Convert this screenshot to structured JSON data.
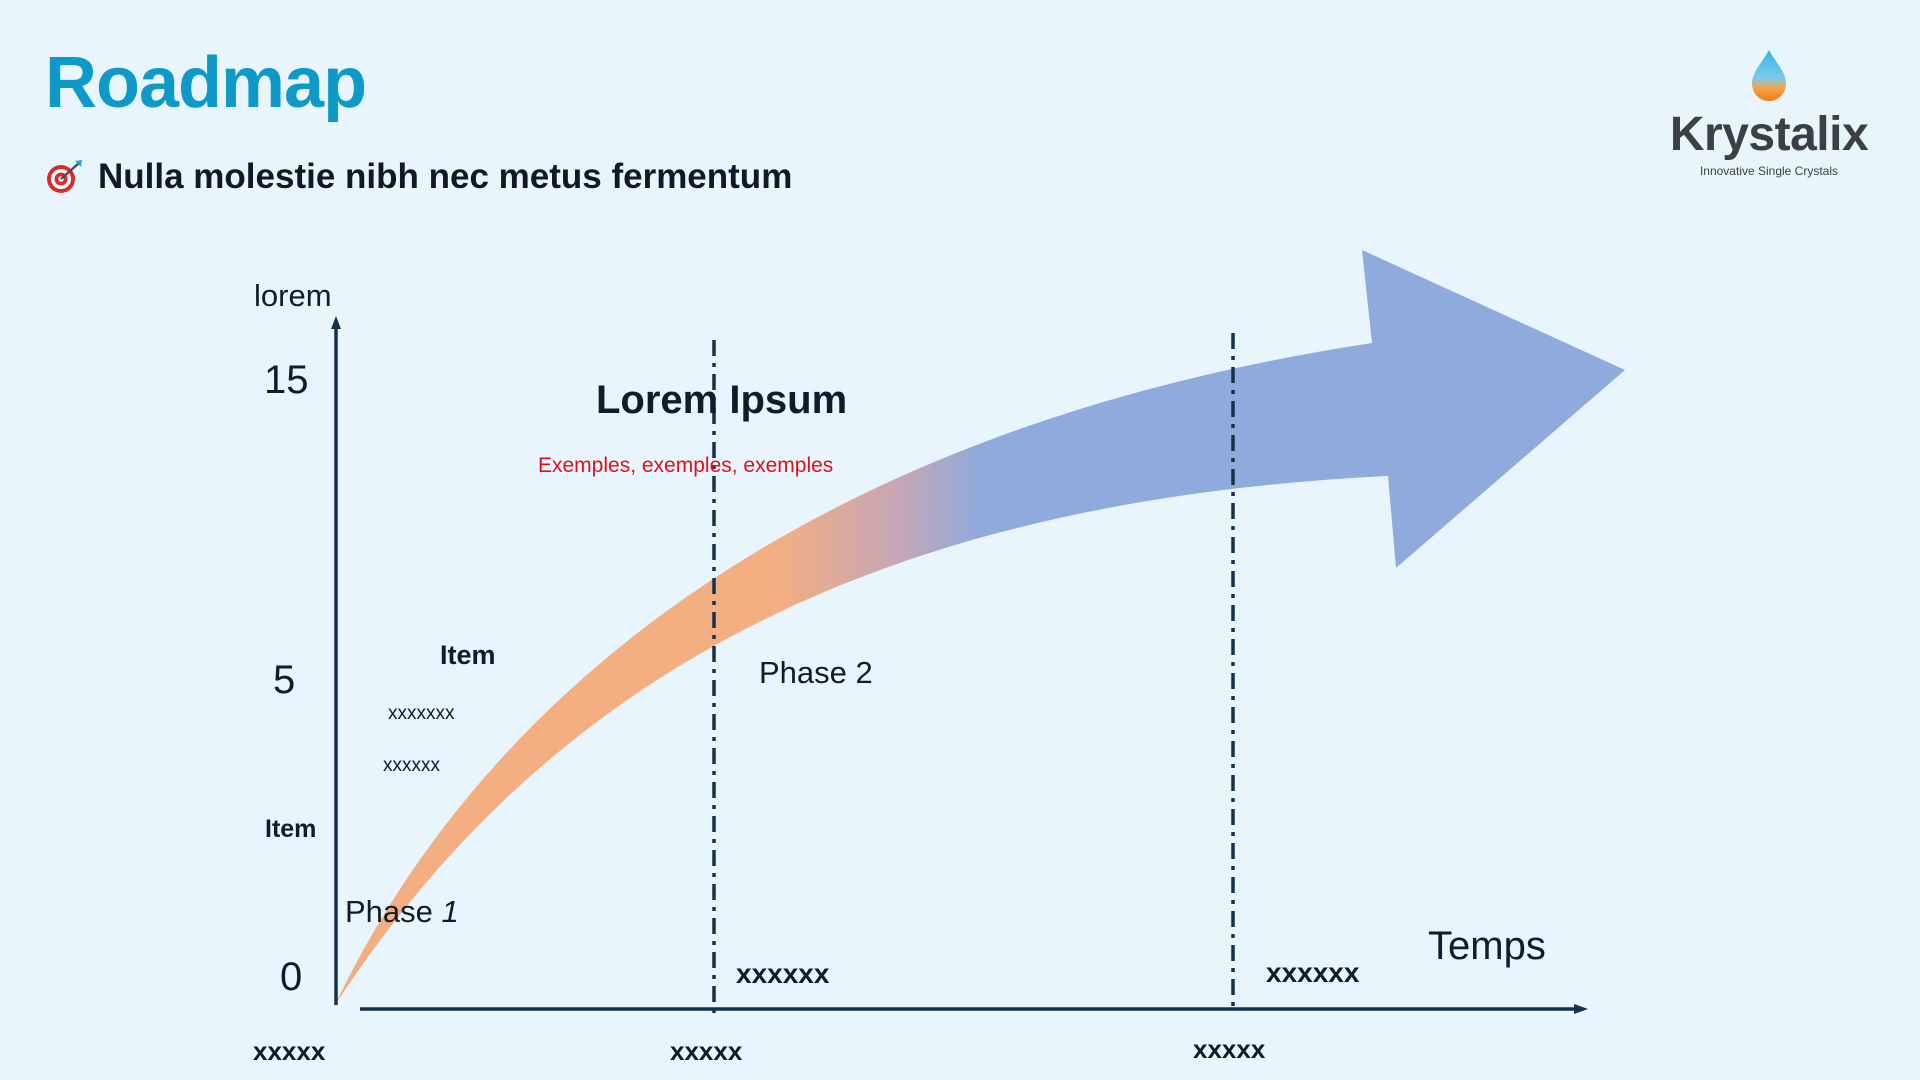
{
  "slide": {
    "title": "Roadmap",
    "subtitle": "Nulla molestie nibh nec metus fermentum",
    "subtitle_icon": "target-icon"
  },
  "logo": {
    "name": "Krystalix",
    "tagline": "Innovative Single Crystals"
  },
  "axes": {
    "y_label": "lorem",
    "x_label": "Temps",
    "y_ticks": [
      "15",
      "5",
      "0"
    ],
    "x_ticks": [
      "xxxxx",
      "xxxxx",
      "xxxxx"
    ]
  },
  "annotations": {
    "heading": "Lorem Ipsum",
    "examples": "Exemples, exemples, exemples",
    "item_top": "Item",
    "item_bottom": "Item",
    "sub_1": "xxxxxxx",
    "sub_2": "xxxxxx",
    "phase1_word": "Phase ",
    "phase1_num": "1",
    "phase2": "Phase 2",
    "marker_1": "xxxxxx",
    "marker_2": "xxxxxx"
  },
  "colors": {
    "title": "#0f99c8",
    "arrow_start": "#f3ae82",
    "arrow_end": "#8faadc",
    "axis": "#16324a",
    "examples_text": "#e0101a",
    "background": "#e9f5fc"
  }
}
